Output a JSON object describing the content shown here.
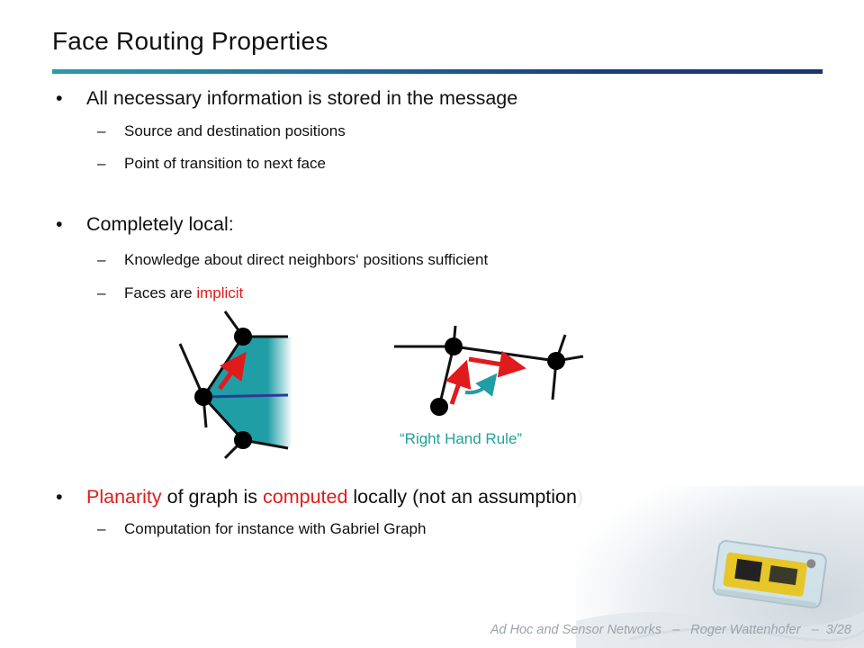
{
  "slide": {
    "title": "Face Routing Properties",
    "bullets": [
      {
        "text": "All necessary information is stored in the message",
        "subs": [
          "Source and destination positions",
          "Point of transition to next face"
        ]
      },
      {
        "text": "Completely local:",
        "subs": [
          "Knowledge about direct neighbors‘ positions sufficient"
        ],
        "sub2_prefix": "Faces are ",
        "sub2_highlight": "implicit"
      },
      {
        "t1": "Planarity",
        "t2": " of graph is ",
        "t3": "computed",
        "t4": " locally (not an assumption)",
        "subs": [
          "Computation for instance with Gabriel Graph"
        ]
      }
    ],
    "caption": "“Right Hand Rule”"
  },
  "footer": {
    "course": "Ad Hoc and Sensor Networks",
    "sep1": "–",
    "author": "Roger Wattenhofer",
    "sep2": "–",
    "page": "3/28"
  },
  "colors": {
    "accent_red": "#e01b1b",
    "teal_face": "#1f9ea5",
    "caption_teal": "#23a19a",
    "title_bar_dark": "#1a3570"
  }
}
